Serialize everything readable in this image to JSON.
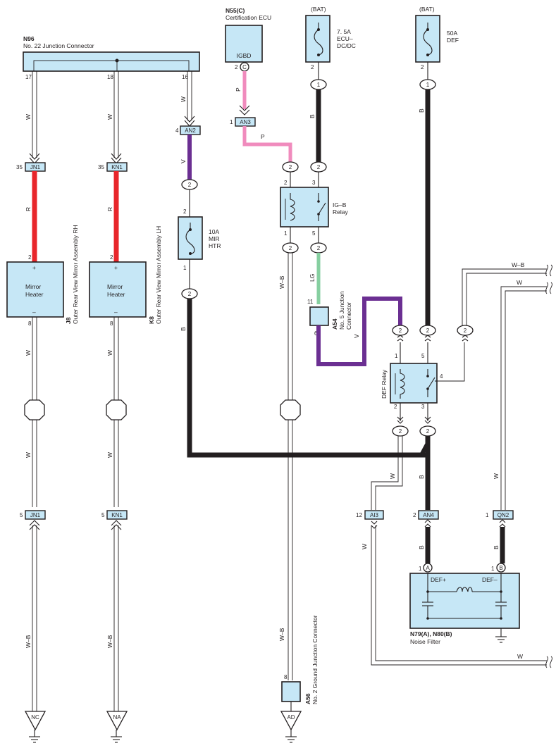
{
  "junction_n96": {
    "code": "N96",
    "name": "No. 22 Junction Connector",
    "pins": [
      "17",
      "18",
      "16"
    ]
  },
  "cert_ecu": {
    "code": "N55(C)",
    "name": "Certification ECU",
    "terminal": "IGBD",
    "pin": "2",
    "pin_letter": "C"
  },
  "fuse_ecu": {
    "source": "(BAT)",
    "rating": "7. 5A",
    "name1": "ECU–",
    "name2": "DC/DC"
  },
  "fuse_def": {
    "source": "(BAT)",
    "rating": "50A",
    "name": "DEF"
  },
  "fuse_mir": {
    "rating": "10A",
    "name1": "MIR",
    "name2": "HTR"
  },
  "ig_b_relay": {
    "name1": "IG–B",
    "name2": "Relay"
  },
  "def_relay": {
    "name": "DEF Relay"
  },
  "mirror_rh": {
    "code": "J8",
    "name": "Outer Rear View Mirror Assembly RH",
    "label1": "Mirror",
    "label2": "Heater",
    "plus": "+",
    "minus": "–"
  },
  "mirror_lh": {
    "code": "K8",
    "name": "Outer Rear View Mirror Assembly LH",
    "label1": "Mirror",
    "label2": "Heater",
    "plus": "+",
    "minus": "–"
  },
  "a54": {
    "code": "A54",
    "name1": "No. 5 Junction",
    "name2": "Connector"
  },
  "a56": {
    "code": "A56",
    "name": "No. 2 Ground Junction Connector"
  },
  "noise_filter": {
    "code": "N79(A), N80(B)",
    "name": "Noise Filter",
    "def_plus": "DEF+",
    "def_minus": "DEF–",
    "pin_a": "A",
    "pin_b": "B"
  },
  "connectors": {
    "jn1": "JN1",
    "kn1": "KN1",
    "an2": "AN2",
    "an3": "AN3",
    "ai3": "AI3",
    "an4": "AN4",
    "qn2": "QN2"
  },
  "grounds": {
    "nc": "NC",
    "na": "NA",
    "ad": "AD"
  },
  "wire_colors": {
    "W": "W",
    "R": "R",
    "V": "V",
    "P": "P",
    "B": "B",
    "LG": "LG",
    "WB": "W–B",
    "hex_red": "#e8262b",
    "hex_violet": "#6b2f92",
    "hex_pink": "#f08bbd",
    "hex_lightgreen": "#86cfa0",
    "hex_black": "#231f20",
    "hex_component": "#c6e7f6"
  },
  "pins": {
    "p1": "1",
    "p2": "2",
    "p3": "3",
    "p4": "4",
    "p5": "5",
    "p6": "6",
    "p8": "8",
    "p11": "11",
    "p12": "12",
    "p35": "35"
  }
}
